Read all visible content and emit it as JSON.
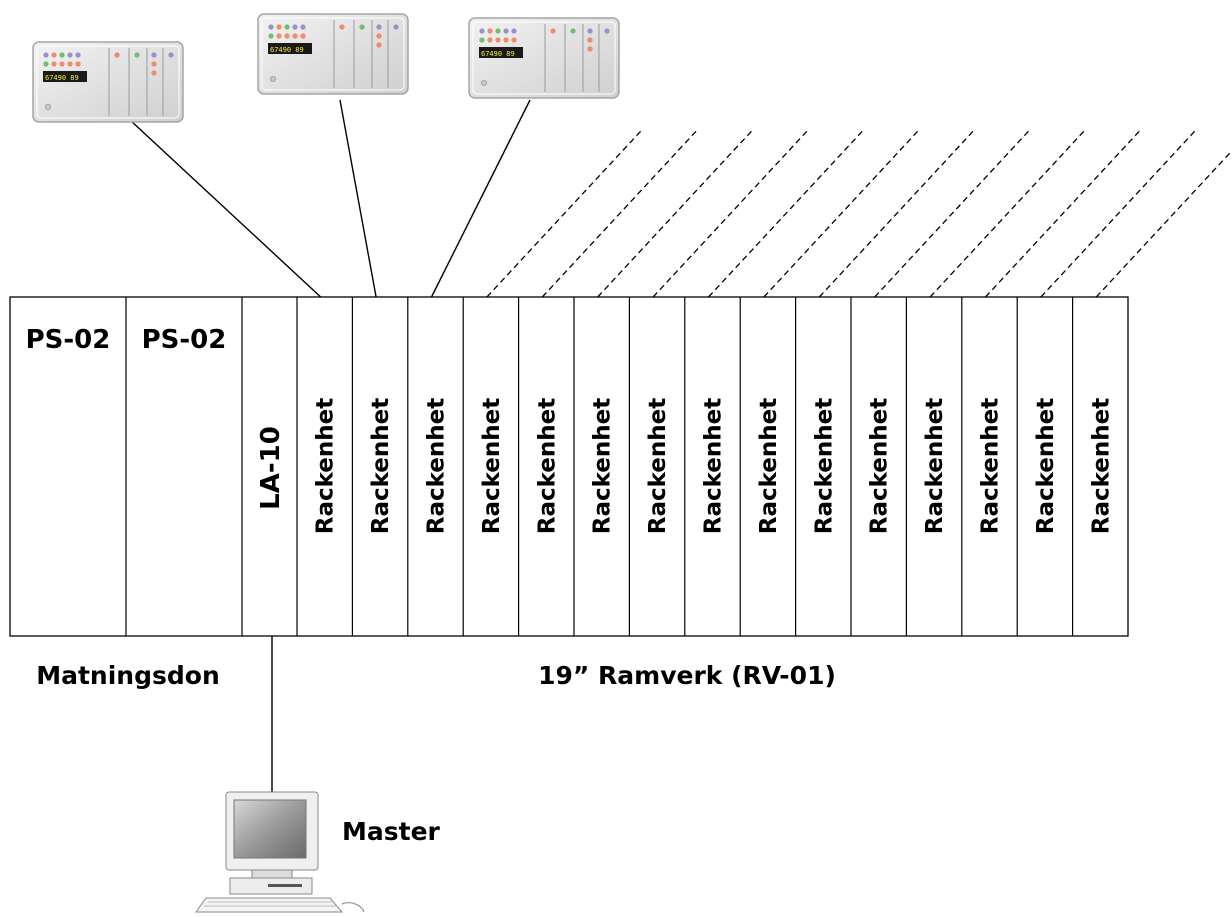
{
  "rack": {
    "power_slots": [
      "PS-02",
      "PS-02"
    ],
    "la_label": "LA-10",
    "unit_label": "Rackenhet",
    "unit_count": 15,
    "solid_connected_units": 3,
    "power_caption": "Matningsdon",
    "frame_caption": "19” Ramverk (RV-01)"
  },
  "devices": [
    {
      "display": "67490 89"
    },
    {
      "display": "67490 89"
    },
    {
      "display": "67490 89"
    }
  ],
  "master": {
    "label": "Master"
  },
  "colors": {
    "line": "#000000",
    "device_body": "#e3e3e3",
    "device_display": "#1a1a1a"
  },
  "icons": [
    "remote-device-icon",
    "master-computer-icon"
  ]
}
